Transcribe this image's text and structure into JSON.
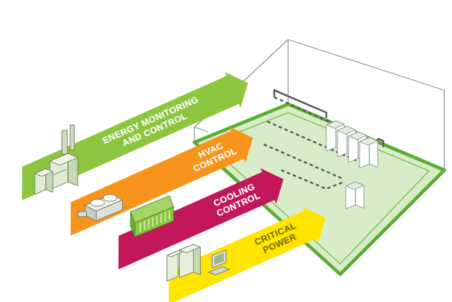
{
  "diagram": {
    "nodes": [
      {
        "text": [
          "ENERGY MONITORING AND CONTROL"
        ]
      },
      {
        "text": [
          "HVAC CONTROL"
        ]
      },
      {
        "text": [
          "COOLING CONTROL"
        ]
      },
      {
        "text": [
          "CRITICAL POWER"
        ]
      }
    ]
  }
}
